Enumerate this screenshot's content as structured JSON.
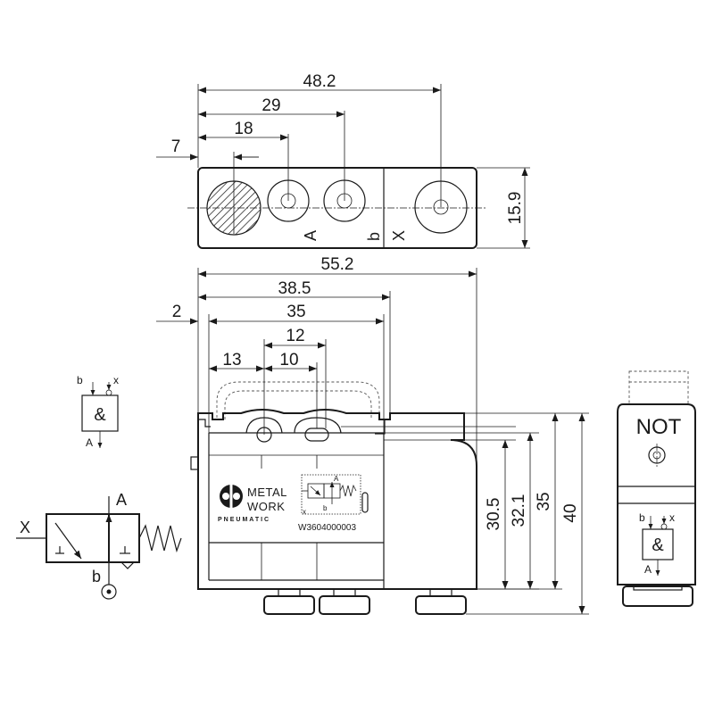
{
  "dimensions": {
    "top_overall": "48.2",
    "top_x_port": "29",
    "top_b_port": "18",
    "top_a_port": "7",
    "top_height": "15.9",
    "side_overall": "55.2",
    "side_slot": "38.5",
    "side_inner": "35",
    "side_offset": "2",
    "side_h1": "13",
    "side_h2": "10",
    "side_h3": "12",
    "height_1": "30.5",
    "height_2": "32.1",
    "height_3": "35",
    "height_4": "40"
  },
  "ports": {
    "a": "A",
    "b": "b",
    "x": "X",
    "x_small": "x"
  },
  "logic": {
    "and_symbol": "&",
    "not_label": "NOT"
  },
  "brand": {
    "line1": "METAL",
    "line2": "WORK",
    "line3": "PNEUMATIC"
  },
  "product_code": "W3604000003"
}
